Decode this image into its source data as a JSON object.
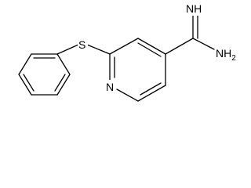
{
  "structure": {
    "atoms": {
      "nitrogen_ring": "N",
      "sulfur": "S",
      "imine": "NH",
      "amine": "NH2"
    }
  },
  "colors": {
    "bond": "#000000",
    "background": "#ffffff"
  }
}
